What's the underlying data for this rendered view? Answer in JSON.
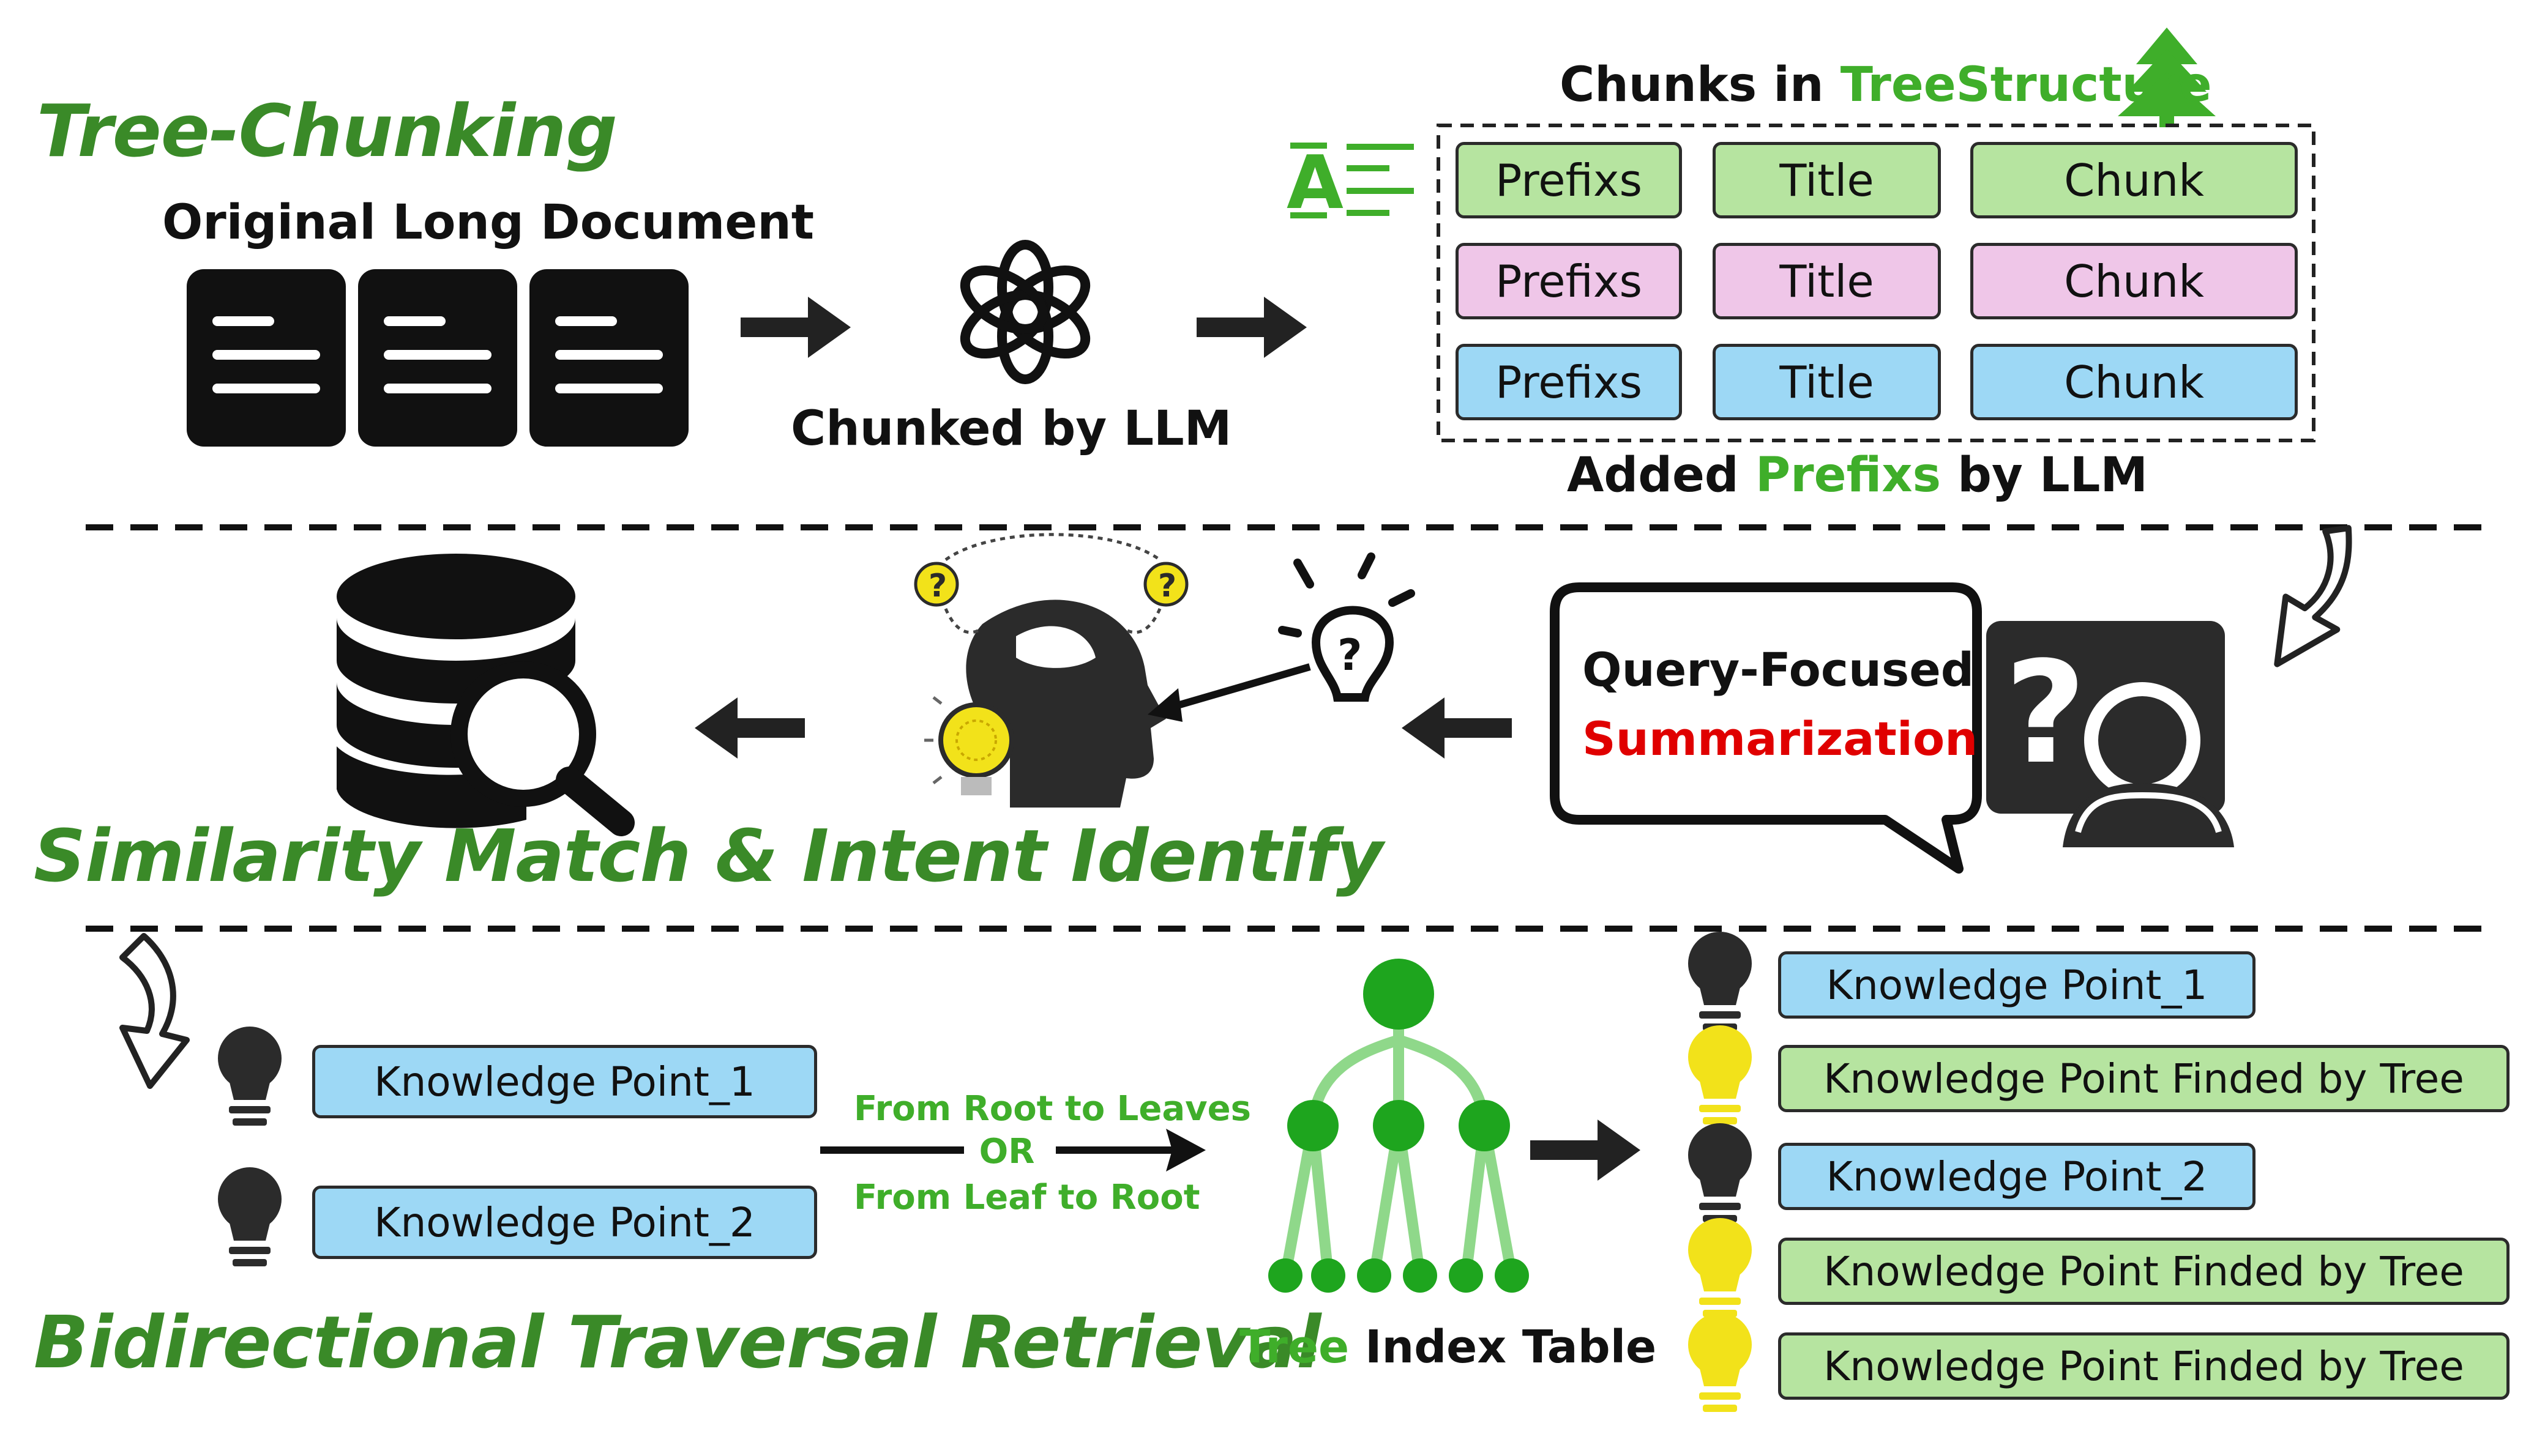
{
  "sections": {
    "chunking": "Tree-Chunking",
    "similarity": "Similarity Match & Intent Identify",
    "retrieval": "Bidirectional Traversal Retrieval"
  },
  "chunking": {
    "original_doc_label": "Original Long Document",
    "chunked_label": "Chunked by LLM",
    "structure_title_prefix": "Chunks in ",
    "structure_title_highlight": "TreeStructure",
    "added_prefix": "Added ",
    "added_highlight": "Prefixs",
    "added_suffix": " by LLM",
    "rows": [
      {
        "prefix": "Prefixs",
        "title": "Title",
        "chunk": "Chunk",
        "color": "#b6e4a0"
      },
      {
        "prefix": "Prefixs",
        "title": "Title",
        "chunk": "Chunk",
        "color": "#efc6e8"
      },
      {
        "prefix": "Prefixs",
        "title": "Title",
        "chunk": "Chunk",
        "color": "#9dd8f5"
      }
    ]
  },
  "query": {
    "line1": "Query-Focused",
    "line2": "Summarization"
  },
  "retrieval": {
    "left_points": [
      "Knowledge Point_1",
      "Knowledge Point_2"
    ],
    "traversal": [
      "From Root to Leaves",
      "OR",
      "From Leaf to Root"
    ],
    "tree_label_highlight": "Tree",
    "tree_label_rest": " Index Table",
    "results": [
      {
        "label": "Knowledge Point_1",
        "bulb": "dark-bulb-icon"
      },
      {
        "label": "Knowledge Point Finded by Tree",
        "bulb": "yellow-bulb-icon"
      },
      {
        "label": "Knowledge Point_2",
        "bulb": "dark-bulb-icon"
      },
      {
        "label": "Knowledge Point Finded by Tree",
        "bulb": "yellow-bulb-icon"
      },
      {
        "label": "Knowledge Point Finded by Tree",
        "bulb": "yellow-bulb-icon"
      }
    ]
  },
  "colors": {
    "section_green": "#3a8a28",
    "highlight_green": "#3fae2a",
    "summary_red": "#e00000",
    "blue_box": "#9dd8f5",
    "green_box": "#b6e4a0",
    "pink_box": "#efc6e8",
    "bulb_yellow": "#f2e21a",
    "bulb_dark": "#2b2b2b"
  }
}
